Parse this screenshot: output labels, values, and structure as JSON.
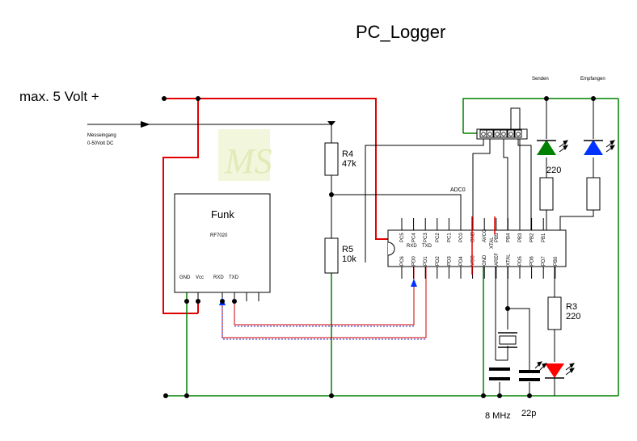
{
  "title": "PC_Logger",
  "input": {
    "label": "max. 5 Volt +",
    "measure_line1": "Messeingang",
    "measure_line2": "0-50Volt DC"
  },
  "logo": {
    "text": "MS"
  },
  "funk": {
    "name": "Funk",
    "model": "RF7020",
    "pins": {
      "gnd": "GND",
      "vcc": "Vcc",
      "rxd": "RXD",
      "txd": "TXD"
    }
  },
  "resistors": {
    "r4": {
      "name": "R4",
      "value": "47k"
    },
    "r5": {
      "name": "R5",
      "value": "10k"
    },
    "r3": {
      "name": "R3",
      "value": "220"
    },
    "rgreen": {
      "value": "220"
    }
  },
  "net_adc0": "ADC0",
  "leds": {
    "send": "Senden",
    "receive": "Empfangen"
  },
  "mcu": {
    "top_pins": [
      "PC5",
      "PC4",
      "PC3",
      "PC2",
      "PC1",
      "PC0",
      "GND",
      "AVCC",
      "PB5",
      "PB4",
      "PB3",
      "PB2",
      "PB1"
    ],
    "bottom_pins": [
      "PC6",
      "PD0",
      "PD1",
      "PD2",
      "PD3",
      "PD4",
      "VCC",
      "GND",
      "AREF",
      "XTAL",
      "PD5",
      "PD6",
      "PD7",
      "PB0"
    ],
    "inner_rxd": "RXD",
    "inner_txd": "TXD",
    "inner_xtal": "XTAL"
  },
  "crystal": {
    "freq": "8 MHz"
  },
  "caps": {
    "value": "22p"
  },
  "colors": {
    "wire": "#000000",
    "vcc": "#e00000",
    "gnd": "#008000",
    "signal": "#00008b",
    "led_send": "#008000",
    "led_recv": "#0033ff",
    "led_status": "#ff0000"
  }
}
